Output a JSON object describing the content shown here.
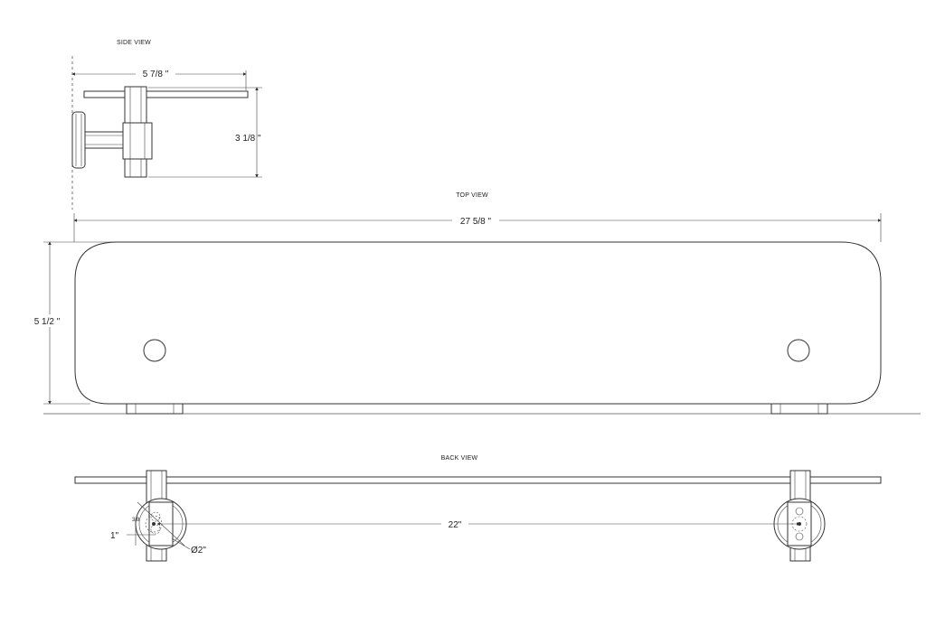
{
  "side_view": {
    "title": "SIDE VIEW",
    "depth": "5 7/8 \"",
    "height": "3 1/8 \""
  },
  "top_view": {
    "title": "TOP VIEW",
    "length": "27 5/8 \"",
    "width": "5 1/2 \""
  },
  "back_view": {
    "title": "BACK VIEW",
    "spacing": "22\"",
    "offset": "1\"",
    "small": "3/8",
    "diameter": "Ø2\""
  }
}
